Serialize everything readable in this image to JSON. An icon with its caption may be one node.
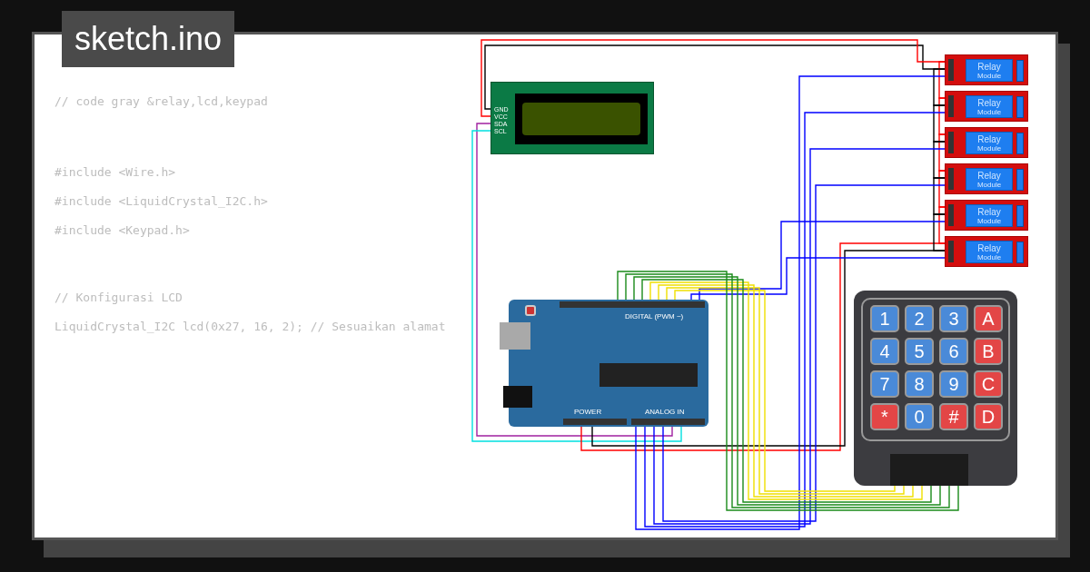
{
  "diagram": {
    "title": "sketch.ino",
    "nodes": [
      {
        "text": [
          "DIGITAL (PWM ~)",
          "POWER",
          "ANALOG IN"
        ]
      },
      {
        "text": [
          "GND",
          "VCC",
          "SDA",
          "SCL"
        ]
      },
      {
        "text": [
          "Relay",
          "Module"
        ]
      },
      {
        "text": [
          "Relay",
          "Module"
        ]
      },
      {
        "text": [
          "Relay",
          "Module"
        ]
      },
      {
        "text": [
          "Relay",
          "Module"
        ]
      },
      {
        "text": [
          "Relay",
          "Module"
        ]
      },
      {
        "text": [
          "Relay",
          "Module"
        ]
      },
      {
        "text": [],
        "shape": "box"
      },
      {
        "text": [
          "1"
        ],
        "in": 8
      },
      {
        "text": [
          "2"
        ],
        "in": 8
      },
      {
        "text": [
          "3"
        ],
        "in": 8
      },
      {
        "text": [
          "A"
        ],
        "in": 8
      },
      {
        "text": [
          "4"
        ],
        "in": 8
      },
      {
        "text": [
          "5"
        ],
        "in": 8
      },
      {
        "text": [
          "6"
        ],
        "in": 8
      },
      {
        "text": [
          "B"
        ],
        "in": 8
      },
      {
        "text": [
          "7"
        ],
        "in": 8
      },
      {
        "text": [
          "8"
        ],
        "in": 8
      },
      {
        "text": [
          "9"
        ],
        "in": 8
      },
      {
        "text": [
          "C"
        ],
        "in": 8
      },
      {
        "text": [
          "*"
        ],
        "in": 8
      },
      {
        "text": [
          "0"
        ],
        "in": 8
      },
      {
        "text": [
          "#"
        ],
        "in": 8
      },
      {
        "text": [
          "D"
        ],
        "in": 8
      }
    ],
    "edges": [
      {
        "from": 1,
        "to": 2,
        "arrow": "none",
        "color": "#000000"
      },
      {
        "from": 1,
        "to": 2,
        "arrow": "none",
        "color": "#ff0000"
      },
      {
        "from": 1,
        "to": 0,
        "arrow": "none",
        "color": "#a020a0"
      },
      {
        "from": 1,
        "to": 0,
        "arrow": "none",
        "color": "#00e0e0"
      },
      {
        "from": 0,
        "to": 7,
        "arrow": "none",
        "color": "#ff0000"
      },
      {
        "from": 0,
        "to": 7,
        "arrow": "none",
        "color": "#000000"
      },
      {
        "from": 2,
        "to": 3,
        "arrow": "none",
        "color": "#ff0000"
      },
      {
        "from": 3,
        "to": 4,
        "arrow": "none",
        "color": "#ff0000"
      },
      {
        "from": 4,
        "to": 5,
        "arrow": "none",
        "color": "#ff0000"
      },
      {
        "from": 5,
        "to": 6,
        "arrow": "none",
        "color": "#ff0000"
      },
      {
        "from": 6,
        "to": 7,
        "arrow": "none",
        "color": "#ff0000"
      },
      {
        "from": 2,
        "to": 3,
        "arrow": "none",
        "color": "#000000"
      },
      {
        "from": 3,
        "to": 4,
        "arrow": "none",
        "color": "#000000"
      },
      {
        "from": 4,
        "to": 5,
        "arrow": "none",
        "color": "#000000"
      },
      {
        "from": 5,
        "to": 6,
        "arrow": "none",
        "color": "#000000"
      },
      {
        "from": 6,
        "to": 7,
        "arrow": "none",
        "color": "#000000"
      },
      {
        "from": 2,
        "to": 0,
        "arrow": "none",
        "color": "#0000ff"
      },
      {
        "from": 3,
        "to": 0,
        "arrow": "none",
        "color": "#0000ff"
      },
      {
        "from": 4,
        "to": 0,
        "arrow": "none",
        "color": "#0000ff"
      },
      {
        "from": 5,
        "to": 0,
        "arrow": "none",
        "color": "#0000ff"
      },
      {
        "from": 6,
        "to": 0,
        "arrow": "none",
        "color": "#0000ff"
      },
      {
        "from": 7,
        "to": 0,
        "arrow": "none",
        "color": "#0000ff"
      },
      {
        "from": 8,
        "to": 0,
        "arrow": "none",
        "color": "#f0e000"
      },
      {
        "from": 8,
        "to": 0,
        "arrow": "none",
        "color": "#f0e000"
      },
      {
        "from": 8,
        "to": 0,
        "arrow": "none",
        "color": "#f0e000"
      },
      {
        "from": 8,
        "to": 0,
        "arrow": "none",
        "color": "#f0e000"
      },
      {
        "from": 8,
        "to": 0,
        "arrow": "none",
        "color": "#1a8a1a"
      },
      {
        "from": 8,
        "to": 0,
        "arrow": "none",
        "color": "#1a8a1a"
      },
      {
        "from": 8,
        "to": 0,
        "arrow": "none",
        "color": "#1a8a1a"
      },
      {
        "from": 8,
        "to": 0,
        "arrow": "none",
        "color": "#1a8a1a"
      }
    ],
    "labels": [
      "// code gray &relay,lcd,keypad",
      "#include <Wire.h>",
      "#include <LiquidCrystal_I2C.h>",
      "#include <Keypad.h>",
      "// Konfigurasi LCD",
      "LiquidCrystal_I2C lcd(0x27, 16, 2); // Sesuaikan alamat"
    ]
  }
}
